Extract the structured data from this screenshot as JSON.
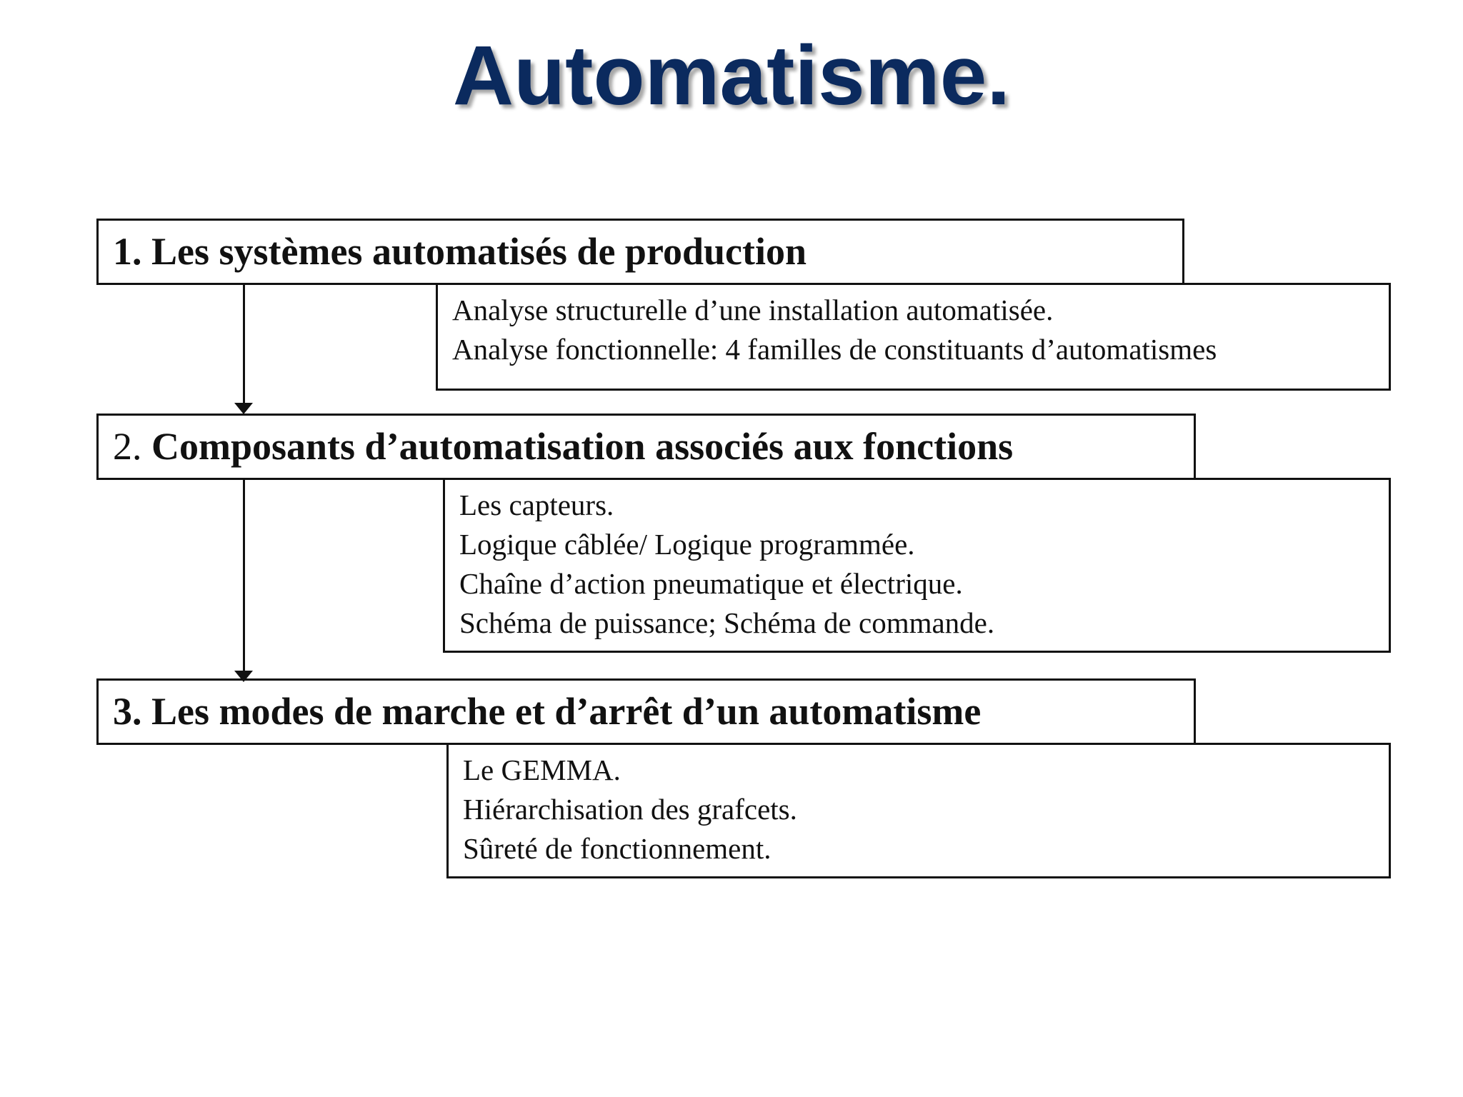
{
  "title": "Automatisme.",
  "sections": [
    {
      "number": "1.",
      "label": "Les systèmes automatisés de production",
      "details": [
        "Analyse structurelle d’une installation automatisée.",
        "Analyse fonctionnelle: 4 familles de constituants d’automatismes"
      ]
    },
    {
      "number": "2.",
      "label": "Composants d’automatisation associés aux fonctions",
      "details": [
        "Les capteurs.",
        "Logique câblée/ Logique programmée.",
        "Chaîne d’action pneumatique et électrique.",
        "Schéma de puissance; Schéma de commande."
      ]
    },
    {
      "number": "3.",
      "label": "Les modes de marche et d’arrêt d’un automatisme",
      "details": [
        "Le GEMMA.",
        "Hiérarchisation des grafcets.",
        "Sûreté de fonctionnement."
      ]
    }
  ],
  "colors": {
    "title": "#0b2a5e",
    "border": "#111111",
    "background": "#ffffff"
  }
}
